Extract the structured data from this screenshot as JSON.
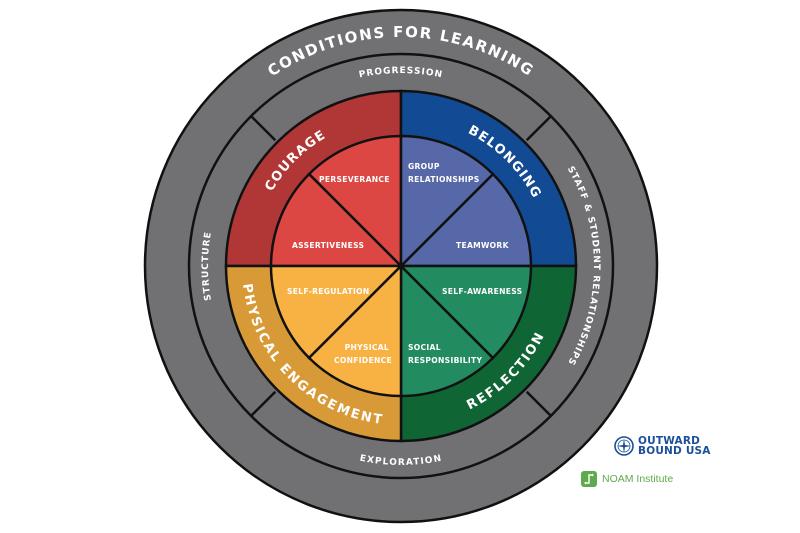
{
  "diagram": {
    "outer_ring": {
      "title": "CONDITIONS FOR LEARNING",
      "conditions": [
        {
          "id": "progression",
          "label": "PROGRESSION"
        },
        {
          "id": "staff",
          "label": "STAFF & STUDENT RELATIONSHIPS"
        },
        {
          "id": "exploration",
          "label": "EXPLORATION"
        },
        {
          "id": "structure",
          "label": "STRUCTURE"
        }
      ]
    },
    "domains": [
      {
        "id": "courage",
        "label": "COURAGE",
        "color": "#b13737",
        "inner_color": "#dc4744",
        "skills": [
          "ASSERTIVENESS",
          "PERSEVERANCE"
        ]
      },
      {
        "id": "belonging",
        "label": "BELONGING",
        "color": "#124a93",
        "inner_color": "#5668a8",
        "skills": [
          "GROUP RELATIONSHIPS",
          "TEAMWORK"
        ]
      },
      {
        "id": "reflection",
        "label": "REFLECTION",
        "color": "#106535",
        "inner_color": "#228c60",
        "skills": [
          "SELF-AWARENESS",
          "SOCIAL RESPONSIBILITY"
        ]
      },
      {
        "id": "physical",
        "label": "PHYSICAL ENGAGEMENT",
        "color": "#d89a37",
        "inner_color": "#f7b243",
        "skills": [
          "PHYSICAL CONFIDENCE",
          "SELF-REGULATION"
        ]
      }
    ],
    "ring_color": "#717174",
    "line_color": "#111111"
  },
  "logos": {
    "outward_bound": {
      "line1": "OUTWARD",
      "line2": "BOUND USA",
      "color": "#1a4f9a"
    },
    "noam": {
      "text": "NOAM Institute",
      "color": "#5eaa4c"
    }
  }
}
